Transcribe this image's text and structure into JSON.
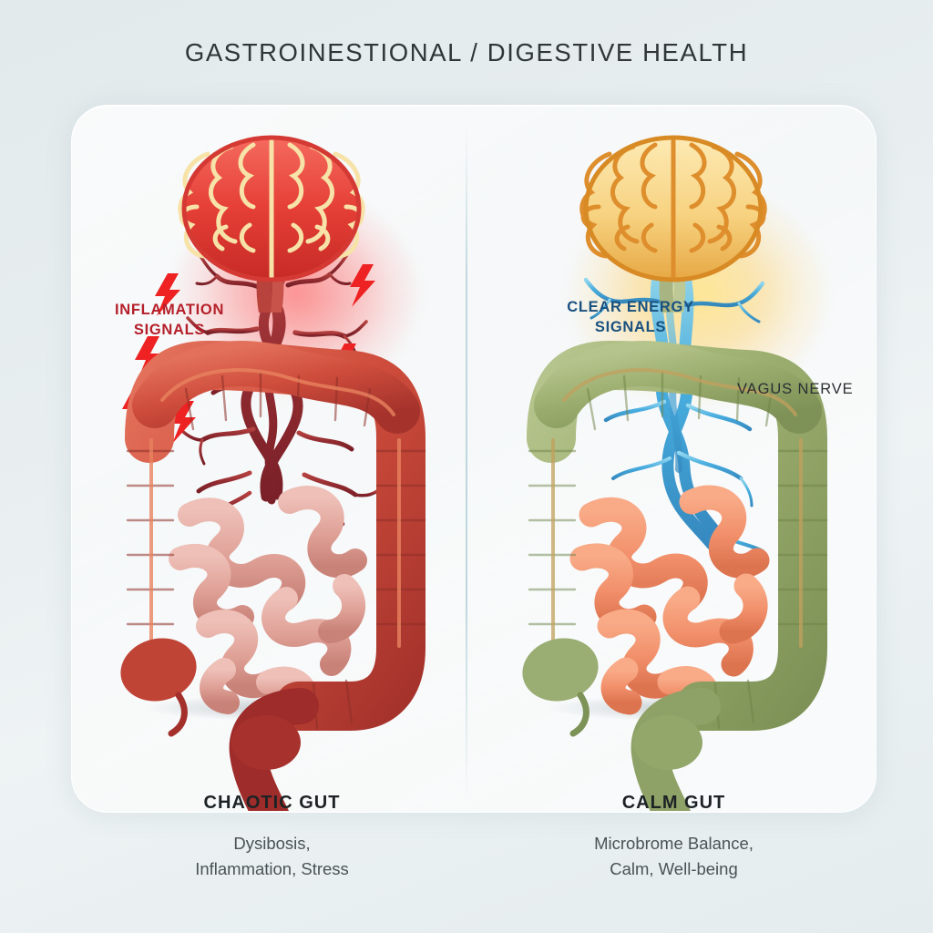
{
  "header": {
    "title": "GASTROINESTIONAL / DIGESTIVE HEALTH"
  },
  "colors": {
    "background": "#e6eef0",
    "panel": "#ffffff",
    "inflamed_red": "#c0392b",
    "inflamed_dark": "#8e2228",
    "lightning_red": "#ee2222",
    "healthy_green": "#9aad72",
    "small_intestine_left": "#e0a39c",
    "small_intestine_right": "#f09070",
    "nerve_blue": "#3fa9dd",
    "brain_red": "#e8453c",
    "brain_gold": "#e8a13a",
    "label_red": "#b5202a",
    "label_blue": "#18507f",
    "label_dark": "#2a2f33",
    "title_text": "#2f3538"
  },
  "panels": {
    "left": {
      "side": "chaotic",
      "brain": {
        "name": "brain-inflamed",
        "glow": "red-glow"
      },
      "nerve": {
        "name": "tangled-nerve",
        "style": "chaotic-knot"
      },
      "annotation": {
        "line1": "INFLAMATION",
        "line2": "SIGNALS"
      },
      "lightning_count": 6,
      "caption": {
        "title": "CHAOTIC GUT",
        "subtitle_line1": "Dysibosis,",
        "subtitle_line2": "Inflammation, Stress"
      }
    },
    "right": {
      "side": "calm",
      "brain": {
        "name": "brain-calm",
        "glow": "gold-glow"
      },
      "nerve": {
        "name": "vagus-nerve",
        "style": "smooth-flow"
      },
      "annotation": {
        "line1": "CLEAR ENERGY",
        "line2": "SIGNALS"
      },
      "nerve_label": "VAGUS NERVE",
      "caption": {
        "title": "CALM GUT",
        "subtitle_line1": "Microbrome Balance,",
        "subtitle_line2": "Calm, Well-being"
      }
    }
  }
}
